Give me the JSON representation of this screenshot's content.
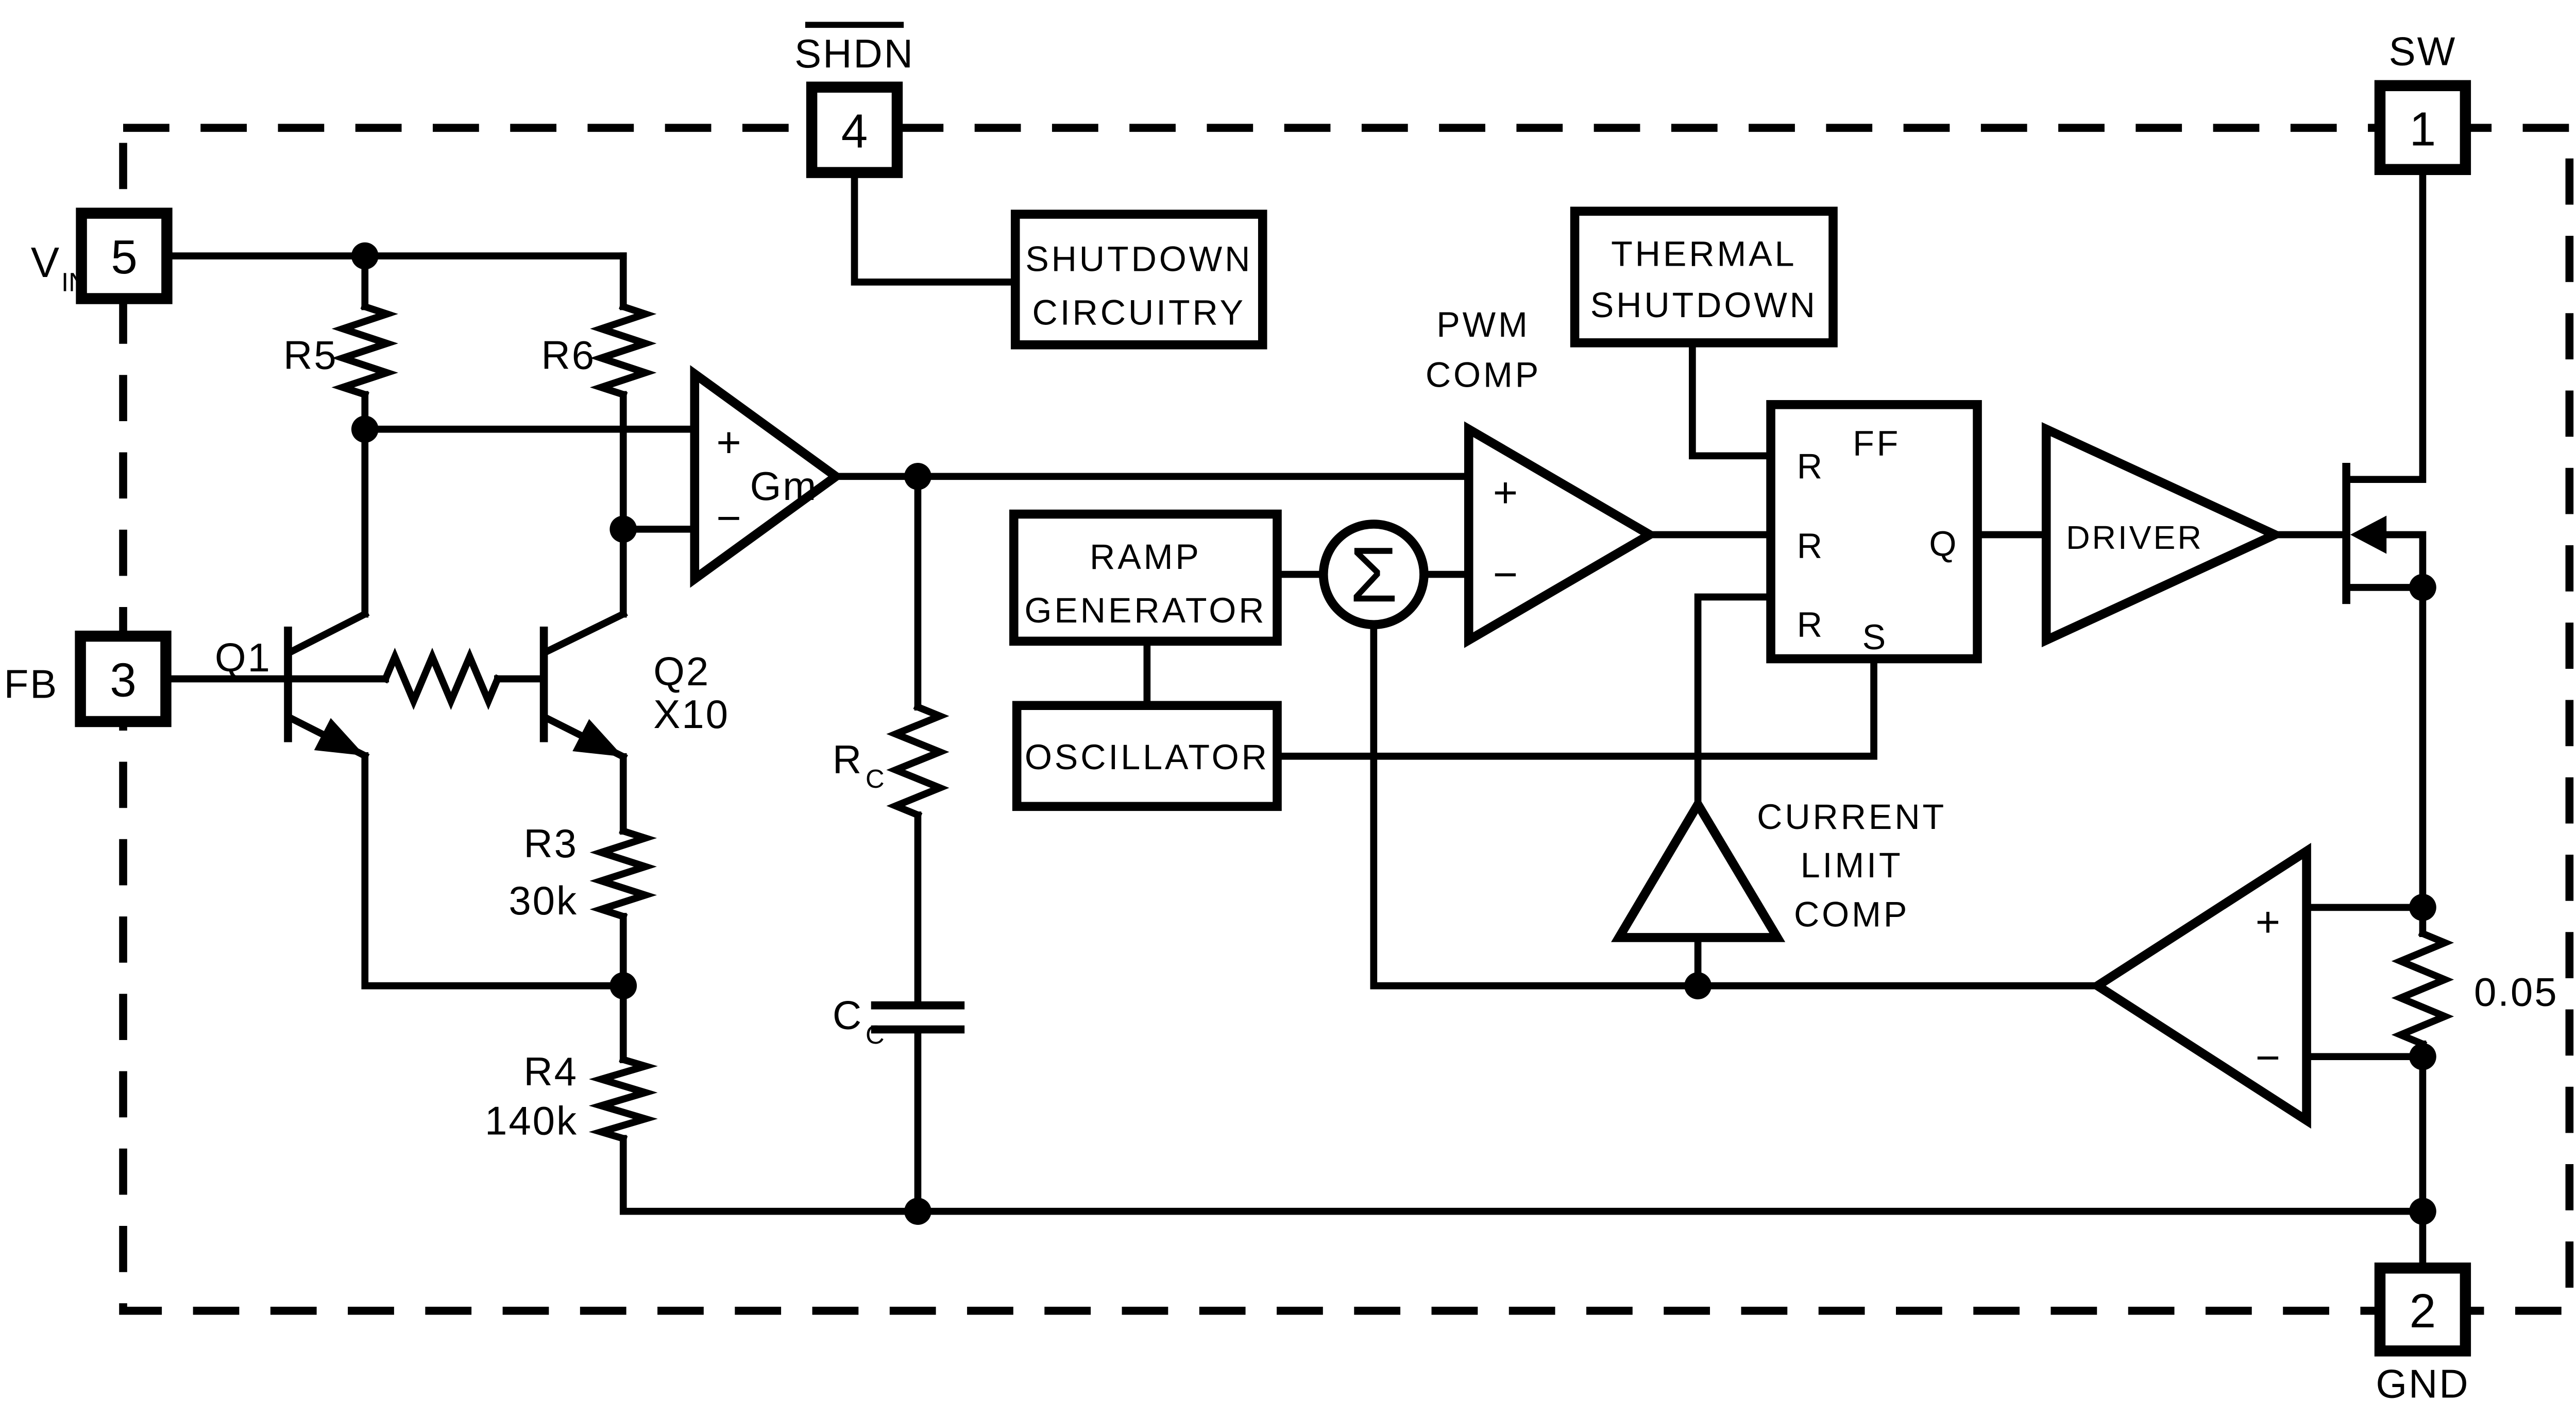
{
  "colors": {
    "ink": "#000000",
    "paper": "#ffffff"
  },
  "pins": {
    "vin": {
      "num": "5",
      "label": "V",
      "sub": "IN"
    },
    "shdn": {
      "num": "4",
      "label": "SHDN"
    },
    "sw": {
      "num": "1",
      "label": "SW"
    },
    "fb": {
      "num": "3",
      "label": "FB"
    },
    "gnd": {
      "num": "2",
      "label": "GND"
    }
  },
  "blocks": {
    "shutdown_circuitry": {
      "line1": "SHUTDOWN",
      "line2": "CIRCUITRY"
    },
    "ramp_generator": {
      "line1": "RAMP",
      "line2": "GENERATOR"
    },
    "oscillator": {
      "label": "OSCILLATOR"
    },
    "thermal_shutdown": {
      "line1": "THERMAL",
      "line2": "SHUTDOWN"
    },
    "flip_flop": {
      "label": "FF",
      "r1": "R",
      "r2": "R",
      "r3": "R",
      "q": "Q",
      "s": "S"
    },
    "driver": {
      "label": "DRIVER"
    }
  },
  "amplifiers": {
    "gm": {
      "label": "Gm",
      "plus": "+",
      "minus": "−"
    },
    "pwm_comp": {
      "label1": "PWM",
      "label2": "COMP",
      "plus": "+",
      "minus": "−"
    },
    "current_limit_comp": {
      "label1": "CURRENT",
      "label2": "LIMIT",
      "label3": "COMP"
    },
    "current_sense_amp": {
      "plus": "+",
      "minus": "−"
    }
  },
  "components": {
    "r5": "R5",
    "r6": "R6",
    "r3": {
      "name": "R3",
      "value": "30k"
    },
    "r4": {
      "name": "R4",
      "value": "140k"
    },
    "rc": {
      "label": "R",
      "sub": "C"
    },
    "cc": {
      "label": "C",
      "sub": "C"
    },
    "q1": "Q1",
    "q2": {
      "name": "Q2",
      "ratio": "X10"
    },
    "sense_resistor": "0.05",
    "summer": "Σ"
  }
}
